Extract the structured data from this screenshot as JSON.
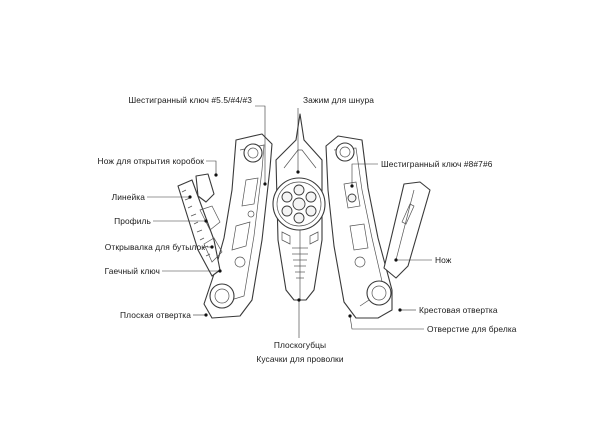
{
  "callouts": {
    "hex_wrench_small": "Шестигранный ключ #5.5/#4/#3",
    "cord_clamp": "Зажим для шнура",
    "box_opener": "Нож для открытия коробок",
    "hex_wrench_large": "Шестигранный ключ #8#7#6",
    "ruler": "Линейка",
    "profile": "Профиль",
    "bottle_opener": "Открывалка для бутылок",
    "knife": "Нож",
    "spanner": "Гаечный ключ",
    "phillips": "Крестовая отвертка",
    "flat_screwdriver": "Плоская отвертка",
    "keyring_hole": "Отверстие для брелка",
    "pliers": "Плоскогубцы",
    "wire_cutters": "Кусачки для проволки"
  }
}
